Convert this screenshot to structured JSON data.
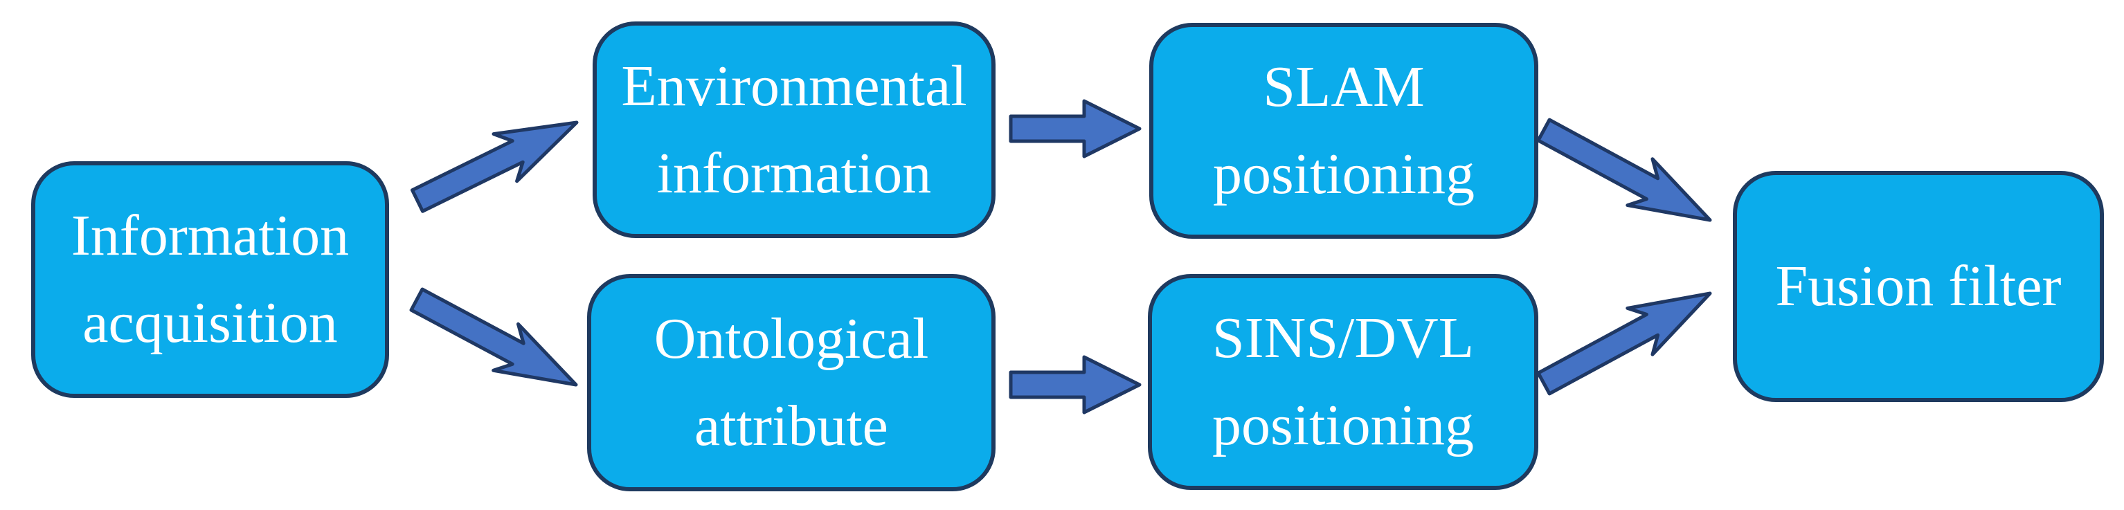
{
  "diagram": {
    "colors": {
      "background": "#FFFFFF",
      "box_fill": "#0BACEB",
      "box_border": "#1E3A5F",
      "box_text": "#FFFFFF",
      "arrow_fill": "#4472C4",
      "arrow_border": "#1F3864"
    },
    "nodes": [
      {
        "id": "information-acquisition",
        "lines": [
          "Information",
          "acquisition"
        ]
      },
      {
        "id": "environmental-information",
        "lines": [
          "Environmental",
          "information"
        ]
      },
      {
        "id": "slam-positioning",
        "lines": [
          "SLAM",
          "positioning"
        ]
      },
      {
        "id": "ontological-attribute",
        "lines": [
          "Ontological",
          "attribute"
        ]
      },
      {
        "id": "sins-dvl-positioning",
        "lines": [
          "SINS/DVL",
          "positioning"
        ]
      },
      {
        "id": "fusion-filter",
        "lines": [
          "Fusion filter"
        ]
      }
    ],
    "edges": [
      {
        "from": "information-acquisition",
        "to": "environmental-information"
      },
      {
        "from": "information-acquisition",
        "to": "ontological-attribute"
      },
      {
        "from": "environmental-information",
        "to": "slam-positioning"
      },
      {
        "from": "ontological-attribute",
        "to": "sins-dvl-positioning"
      },
      {
        "from": "slam-positioning",
        "to": "fusion-filter"
      },
      {
        "from": "sins-dvl-positioning",
        "to": "fusion-filter"
      }
    ]
  }
}
